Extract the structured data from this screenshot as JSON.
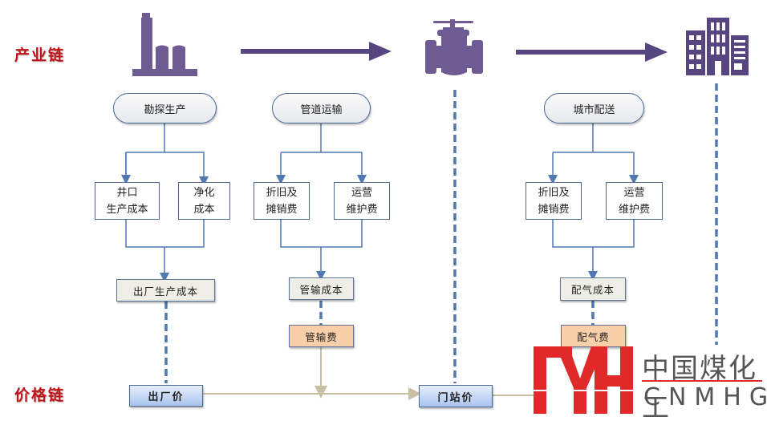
{
  "labels": {
    "industry_chain": "产业链",
    "price_chain": "价格链"
  },
  "icons": {
    "factory": "factory-icon",
    "valve": "valve-icon",
    "building": "building-icon"
  },
  "stages": [
    {
      "title": "勘探生产",
      "components": [
        "井口\n生产成本",
        "净化\n成本"
      ],
      "cost": "出厂生产成本",
      "fee": null,
      "price": "出厂价"
    },
    {
      "title": "管道运输",
      "components": [
        "折旧及\n摊销费",
        "运营\n维护费"
      ],
      "cost": "管输成本",
      "fee": "管输费",
      "price": "门站价"
    },
    {
      "title": "城市配送",
      "components": [
        "折旧及\n摊销费",
        "运营\n维护费"
      ],
      "cost": "配气成本",
      "fee": "配气费",
      "price": null
    }
  ],
  "colors": {
    "label_red": "#c0141b",
    "icon_purple": "#6e5b93",
    "arrow_purple": "#57457f",
    "line_blue": "#4f79b0",
    "price_line": "#c8bfa2",
    "fee_fill": "#f9cfaa",
    "cost_fill": "#eeede6",
    "logo_red": "#e02a2a"
  },
  "watermark": {
    "cn": "中国煤化工",
    "en": "CNMHG"
  }
}
